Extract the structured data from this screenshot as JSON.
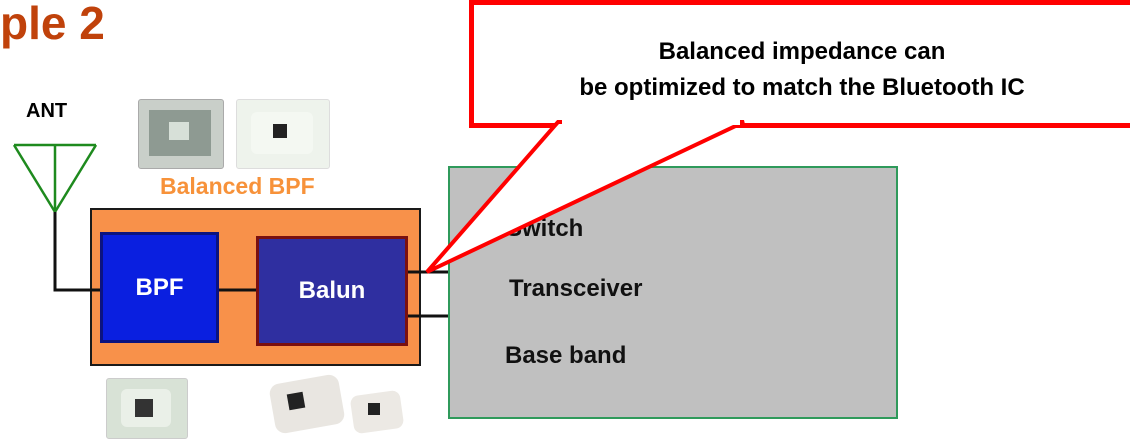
{
  "title": "ple 2",
  "antenna": {
    "label": "ANT",
    "icon": "antenna-icon"
  },
  "balanced_bpf": {
    "caption": "Balanced BPF",
    "bpf_label": "BPF",
    "balun_label": "Balun"
  },
  "ic": {
    "items": [
      "Switch",
      "Transceiver",
      "Base band"
    ]
  },
  "callout": {
    "line1": "Balanced impedance can",
    "line2": "be optimized to match the Bluetooth IC"
  },
  "colors": {
    "title": "#c0420b",
    "callout_border": "#ff0000",
    "outer_bpf": "#f8914a",
    "bpf": "#0a1fe0",
    "balun": "#2f2fa0",
    "ic": "#c0c0c0",
    "antenna": "#1e8a1e"
  }
}
